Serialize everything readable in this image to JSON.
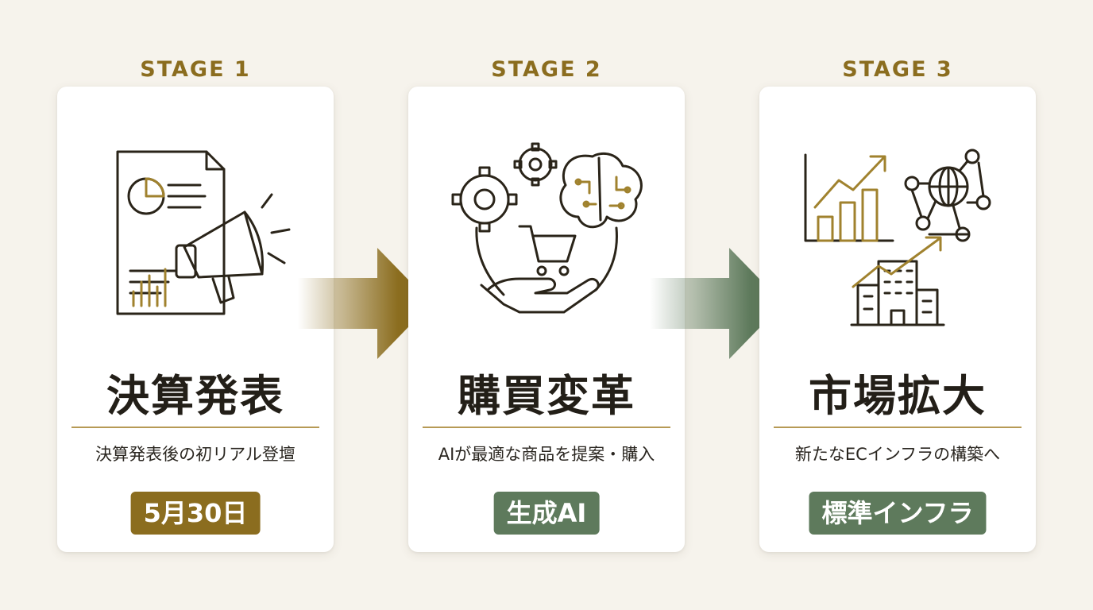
{
  "stages": [
    {
      "label": "STAGE 1",
      "title": "決算発表",
      "description": "決算発表後の初リアル登壇",
      "badge": "5月30日",
      "badge_color": "#8b6d1f",
      "icons": [
        "report-document-icon",
        "pie-chart-icon",
        "bar-chart-icon",
        "megaphone-icon"
      ]
    },
    {
      "label": "STAGE 2",
      "title": "購買変革",
      "description": "AIが最適な商品を提案・購入",
      "badge": "生成AI",
      "badge_color": "#5e7a5c",
      "icons": [
        "gear-icon",
        "brain-icon",
        "shopping-cart-icon",
        "hand-icon"
      ]
    },
    {
      "label": "STAGE 3",
      "title": "市場拡大",
      "description": "新たなECインフラの構築へ",
      "badge": "標準インフラ",
      "badge_color": "#5e7a5c",
      "icons": [
        "growth-chart-icon",
        "globe-network-icon",
        "building-icon"
      ]
    }
  ],
  "arrows": [
    {
      "from": "STAGE 1",
      "to": "STAGE 2",
      "color": "#8b6d1f"
    },
    {
      "from": "STAGE 2",
      "to": "STAGE 3",
      "color": "#5e7a5c"
    }
  ],
  "colors": {
    "background": "#f6f3ec",
    "gold": "#8b6d1f",
    "green": "#5e7a5c",
    "ink": "#2a2419"
  }
}
